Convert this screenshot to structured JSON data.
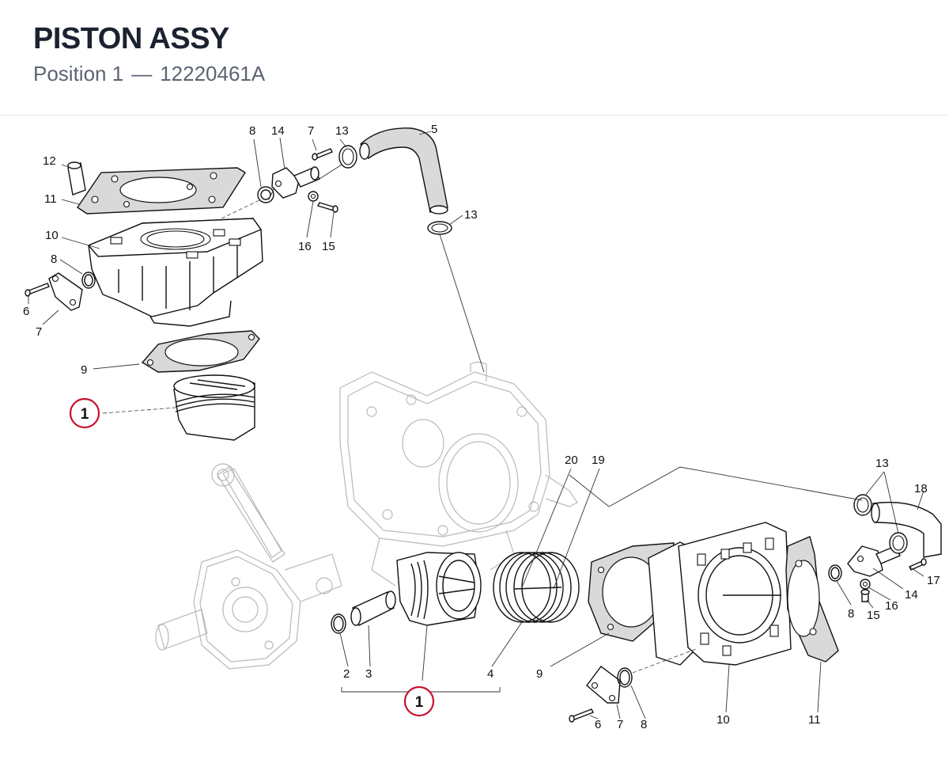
{
  "header": {
    "title": "PISTON ASSY",
    "subtitle_position": "Position 1",
    "subtitle_separator": "—",
    "subtitle_part_number": "12220461A"
  },
  "callouts": {
    "top_8": "8",
    "top_14": "14",
    "top_7": "7",
    "top_13a": "13",
    "top_5": "5",
    "top_12": "12",
    "top_11": "11",
    "top_10": "10",
    "top_8b": "8",
    "top_6": "6",
    "top_7b": "7",
    "top_9": "9",
    "top_16": "16",
    "top_15": "15",
    "top_13b": "13",
    "bot_20": "20",
    "bot_19": "19",
    "bot_13": "13",
    "bot_18": "18",
    "bot_17": "17",
    "bot_14": "14",
    "bot_16": "16",
    "bot_15": "15",
    "bot_8": "8",
    "bot_2": "2",
    "bot_3": "3",
    "bot_4": "4",
    "bot_9": "9",
    "bot_10": "10",
    "bot_11": "11",
    "bot_6": "6",
    "bot_7": "7",
    "bot_8b": "8"
  },
  "highlights": {
    "top_1": "1",
    "bottom_1": "1",
    "color": "#c8102e"
  }
}
